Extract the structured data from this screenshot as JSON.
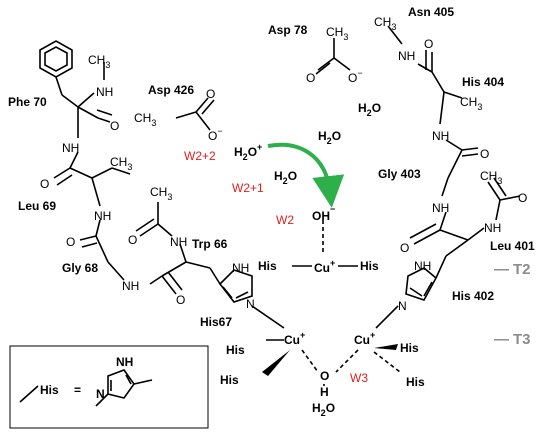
{
  "residues": {
    "phe70": "Phe 70",
    "leu69": "Leu 69",
    "gly68": "Gly 68",
    "trp66": "Trp 66",
    "his67": "His67",
    "asp426": "Asp 426",
    "asp78": "Asp 78",
    "asn405": "Asn 405",
    "his404": "His 404",
    "gly403": "Gly 403",
    "leu401": "Leu 401",
    "his402": "His 402"
  },
  "atoms": {
    "O": "O",
    "NH": "NH",
    "N": "N",
    "OH": "OH",
    "H": "H",
    "Cu": "Cu",
    "His": "His",
    "H2O_H": "H",
    "H2O_O": "O",
    "H2O_2": "2",
    "CH3_C": "CH",
    "CH3_3": "3",
    "plus": "+",
    "minus": "−"
  },
  "water_labels": {
    "w2p2": "W2+2",
    "w2p1": "W2+1",
    "w2": "W2",
    "w3": "W3"
  },
  "sites": {
    "t2": "T2",
    "t3": "T3",
    "dash": "—"
  },
  "legend": {
    "his": "His",
    "equals": "="
  },
  "colors": {
    "arrow": "#2db04a",
    "water_label": "#e01e1e",
    "site_label": "#8c8c8c"
  }
}
